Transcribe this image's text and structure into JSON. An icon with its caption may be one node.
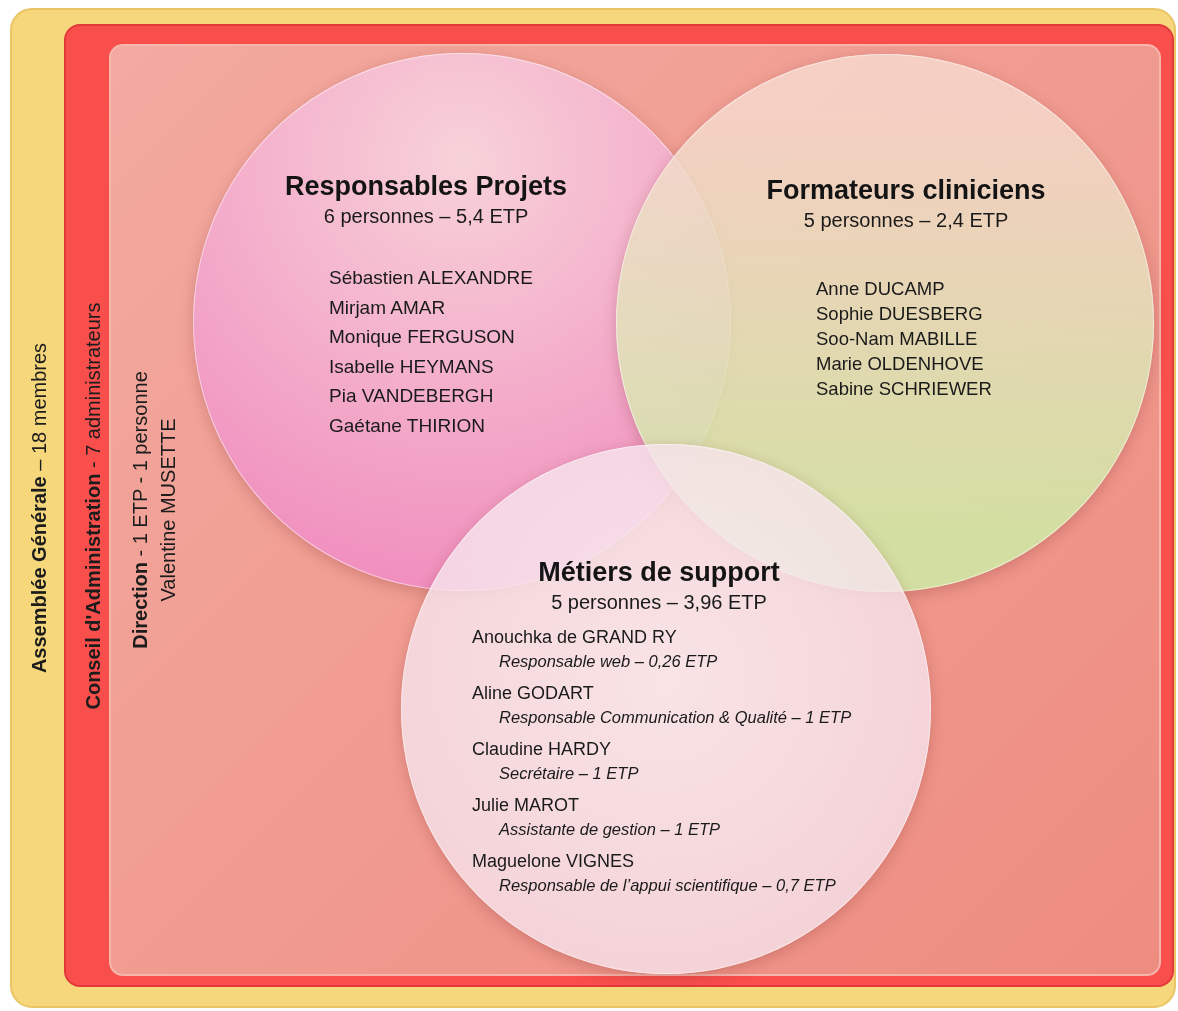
{
  "diagram": {
    "nodes": [
      {
        "text": [
          "**Assemblée Générale** – 18 membres"
        ]
      },
      {
        "text": [
          "**Conseil d'Administration** -  7 administrateurs"
        ],
        "in": 0
      },
      {
        "text": [
          "**Direction** - 1 ETP - 1 personne",
          "Valentine MUSETTE"
        ],
        "in": 1
      },
      {
        "text": [
          "Responsables Projets",
          "6 personnes – 5,4 ETP",
          "Sébastien ALEXANDRE",
          "Mirjam AMAR",
          "Monique FERGUSON",
          "Isabelle HEYMANS",
          "Pia VANDEBERGH",
          "Gaétane THIRION"
        ],
        "in": 2
      },
      {
        "text": [
          "Formateurs cliniciens",
          "5 personnes – 2,4 ETP",
          "Anne DUCAMP",
          "Sophie DUESBERG",
          "Soo-Nam MABILLE",
          "Marie OLDENHOVE",
          "Sabine SCHRIEWER"
        ],
        "in": 2
      },
      {
        "text": [
          "Métiers de support",
          "5 personnes – 3,96 ETP",
          "Anouchka de GRAND RY",
          "Responsable web – 0,26 ETP",
          "Aline GODART",
          "Responsable Communication & Qualité – 1 ETP",
          "Claudine HARDY",
          "Secrétaire – 1 ETP",
          "Julie MAROT",
          "Assistante de gestion – 1 ETP",
          "Maguelone VIGNES",
          "Responsable de l’appui scientifique – 0,7 ETP"
        ],
        "in": 2
      }
    ]
  }
}
